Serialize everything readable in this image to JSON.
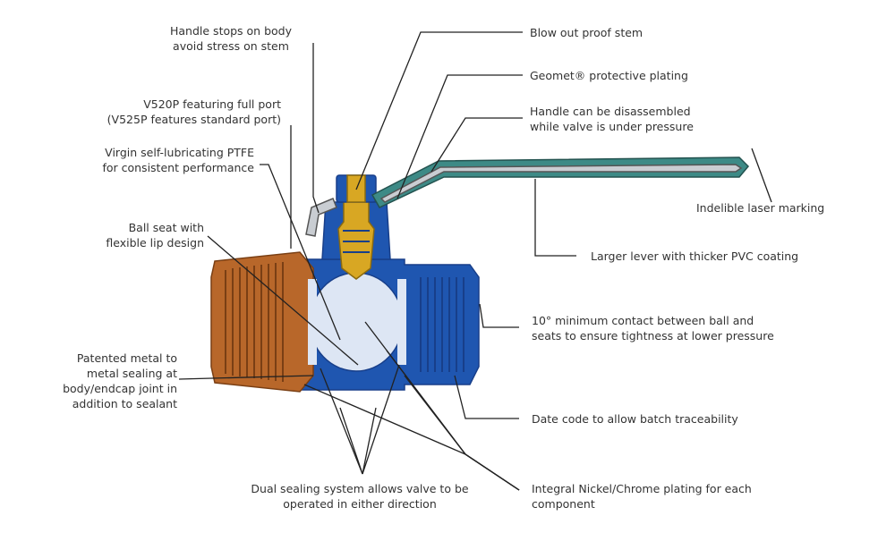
{
  "colors": {
    "body_blue": "#1f56b0",
    "body_dark": "#183f8a",
    "endcap_copper": "#b8672a",
    "endcap_dark": "#7a3f14",
    "ball_light": "#dde6f4",
    "stem_gold": "#d8a723",
    "handle_gray": "#c9cdd2",
    "handle_green": "#3d8a86",
    "leader_line": "#222222",
    "text": "#333333"
  },
  "labels": {
    "handle_stops": [
      "Handle stops on body",
      "avoid stress on stem"
    ],
    "full_port": [
      "V520P featuring full port",
      "(V525P features standard port)"
    ],
    "ptfe": [
      "Virgin self-lubricating PTFE",
      "for consistent performance"
    ],
    "ball_seat": [
      "Ball seat with",
      "flexible lip design"
    ],
    "metal_sealing": [
      "Patented metal to",
      "metal sealing at",
      "body/endcap joint in",
      "addition to sealant"
    ],
    "dual_sealing": [
      "Dual sealing system allows valve to be",
      "operated in either direction"
    ],
    "blow_out": [
      "Blow out proof stem"
    ],
    "geomet": [
      "Geomet® protective plating"
    ],
    "handle_disassembled": [
      "Handle can be disassembled",
      "while valve is under pressure"
    ],
    "laser_marking": [
      "Indelible laser marking"
    ],
    "larger_lever": [
      "Larger lever with thicker PVC coating"
    ],
    "contact": [
      "10° minimum contact between ball and",
      "seats to ensure tightness at lower pressure"
    ],
    "date_code": [
      "Date code to allow batch traceability"
    ],
    "nickel_chrome": [
      "Integral Nickel/Chrome plating for each",
      "component"
    ]
  }
}
